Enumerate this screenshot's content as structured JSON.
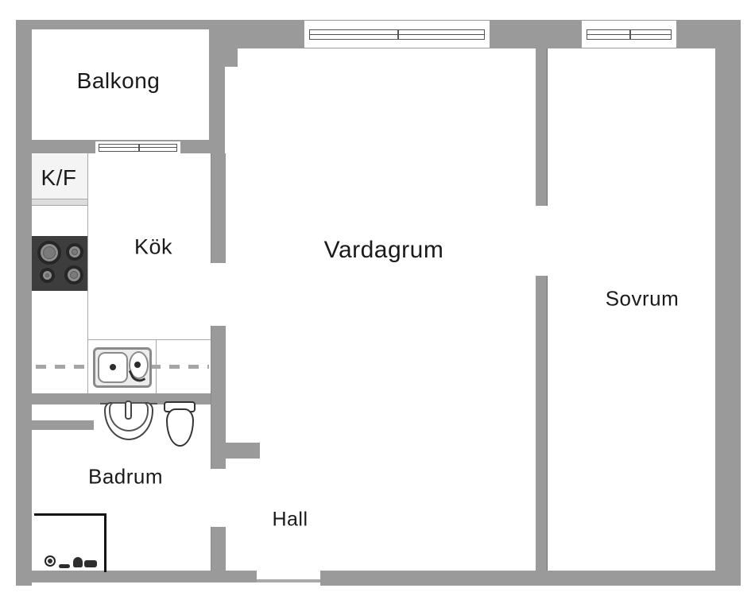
{
  "floorplan": {
    "labels": {
      "balkong": "Balkong",
      "kf": "K/F",
      "kok": "Kök",
      "vardagrum": "Vardagrum",
      "sovrum": "Sovrum",
      "badrum": "Badrum",
      "hall": "Hall"
    },
    "fixtures": [
      "stove-4-burners",
      "kitchen-double-sink",
      "bathroom-wash-basin",
      "toilet",
      "shower-area-with-floor-drain",
      "window-living-room",
      "window-bedroom",
      "balcony-door-window"
    ],
    "colors": {
      "wall": "#9a9a9a",
      "floor": "#ffffff",
      "stove": "#3d3d3d",
      "text": "#1a1a1a",
      "fixture_outline": "#444444",
      "dashed_line": "#a6a6a6",
      "cabinet_fill": "#f4f4f4"
    }
  }
}
